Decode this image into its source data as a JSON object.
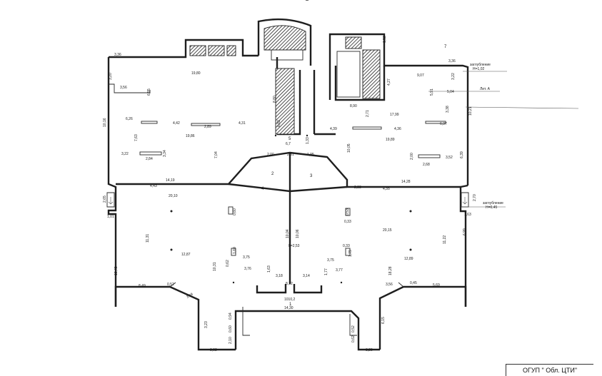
{
  "stamp": "ОГУП \" Обл. ЦТИ\"",
  "notes": {
    "zaglub_top_1": "заглубление",
    "zaglub_top_2": "Н=1,02",
    "zaglub_right_1": "заглубление",
    "zaglub_right_2": "Н=0,45",
    "section": "Лит. А",
    "height": "h=2,53",
    "seven": "7"
  },
  "rooms": {
    "r1": "1",
    "r1_area": "1010,2",
    "r2": "2",
    "r3": "3",
    "r4": "4",
    "r5": "5",
    "r6": "6,7"
  },
  "dims": {
    "d_3_36a": "3,36",
    "d_19_80": "19,80",
    "d_3_20": "3,20",
    "d_3_56": "3,56",
    "d_6_95": "6,95",
    "d_10_16": "10,16",
    "d_6_26": "6,26",
    "d_4_42": "4,42",
    "d_2_89": "2,89",
    "d_4_31": "4,31",
    "d_19_86": "19,86",
    "d_7_63": "7,63",
    "d_3_22a": "3,22",
    "d_2_84": "2,84",
    "d_3_34": "3,34",
    "d_7_04": "7,04",
    "d_8_80": "8,80",
    "d_2_00": "2,00",
    "d_2_81": "2,81",
    "d_1_95": "1,95",
    "d_14_19": "14,19",
    "d_4_43": "4,43",
    "d_20_10": "20,10",
    "d_2_65": "2,65",
    "d_1_01": "1,01",
    "d_11_31": "11,31",
    "d_12_87": "12,87",
    "d_18_45": "18,45",
    "d_8_49": "8,49",
    "d_0_52a": "0,52",
    "d_3_69": "3,69",
    "d_3_23": "3,23",
    "d_0_94": "0,94",
    "d_0_60a": "0,60",
    "d_2_10": "2,10",
    "d_3_02": "3,02",
    "d_14_30": "14,30",
    "d_3_29": "3,29",
    "d_6_15": "6,15",
    "d_3_56b": "3,56",
    "d_0_45": "0,45",
    "d_5_69": "5,69",
    "d_18_28": "18,28",
    "d_12_89": "12,89",
    "d_11_22": "11,22",
    "d_6_99": "6,99",
    "d_1_63": "1,63",
    "d_2_70": "2,70",
    "d_20_15": "20,15",
    "d_4_35": "4,35",
    "d_14_28": "14,28",
    "d_2_33": "2,33",
    "d_0_60b": "0,60",
    "d_1_60": "1,60",
    "d_3_75a": "3,75",
    "d_3_76": "3,76",
    "d_1_63b": "1,63",
    "d_3_18": "3,18",
    "d_8_12": "8,12",
    "d_3_14": "3,14",
    "d_1_77": "1,77",
    "d_3_77": "3,77",
    "d_3_75b": "3,75",
    "d_1_79": "1,79",
    "d_0_33": "0,33",
    "d_10_04": "10,04",
    "d_10_06": "10,06",
    "d_0_53": "0,53",
    "d_0_33b": "0,33",
    "d_10_05": "10,05",
    "d_4_39": "4,39",
    "d_4_36": "4,36",
    "d_19_89": "19,89",
    "d_6_39": "6,39",
    "d_2_00b": "2,00",
    "d_2_68": "2,68",
    "d_3_52": "3,52",
    "d_17_99": "17,99",
    "d_8_90": "8,90",
    "d_2_71": "2,71",
    "d_3_38": "3,38",
    "d_6_37": "6,37",
    "d_9_07": "9,07",
    "d_4_27": "4,27",
    "d_5_91": "5,91",
    "d_3_22b": "3,22",
    "d_5_04": "5,04",
    "d_10_21": "10,21",
    "d_3_36b": "3,36",
    "d_1_52": "1,52",
    "d_6_82": "6,82",
    "d_1_33": "1,33",
    "d_0_62": "0,62",
    "d_10_31": "10,31",
    "d_0_52b": "0,52",
    "d_0_62b": "0,62"
  }
}
